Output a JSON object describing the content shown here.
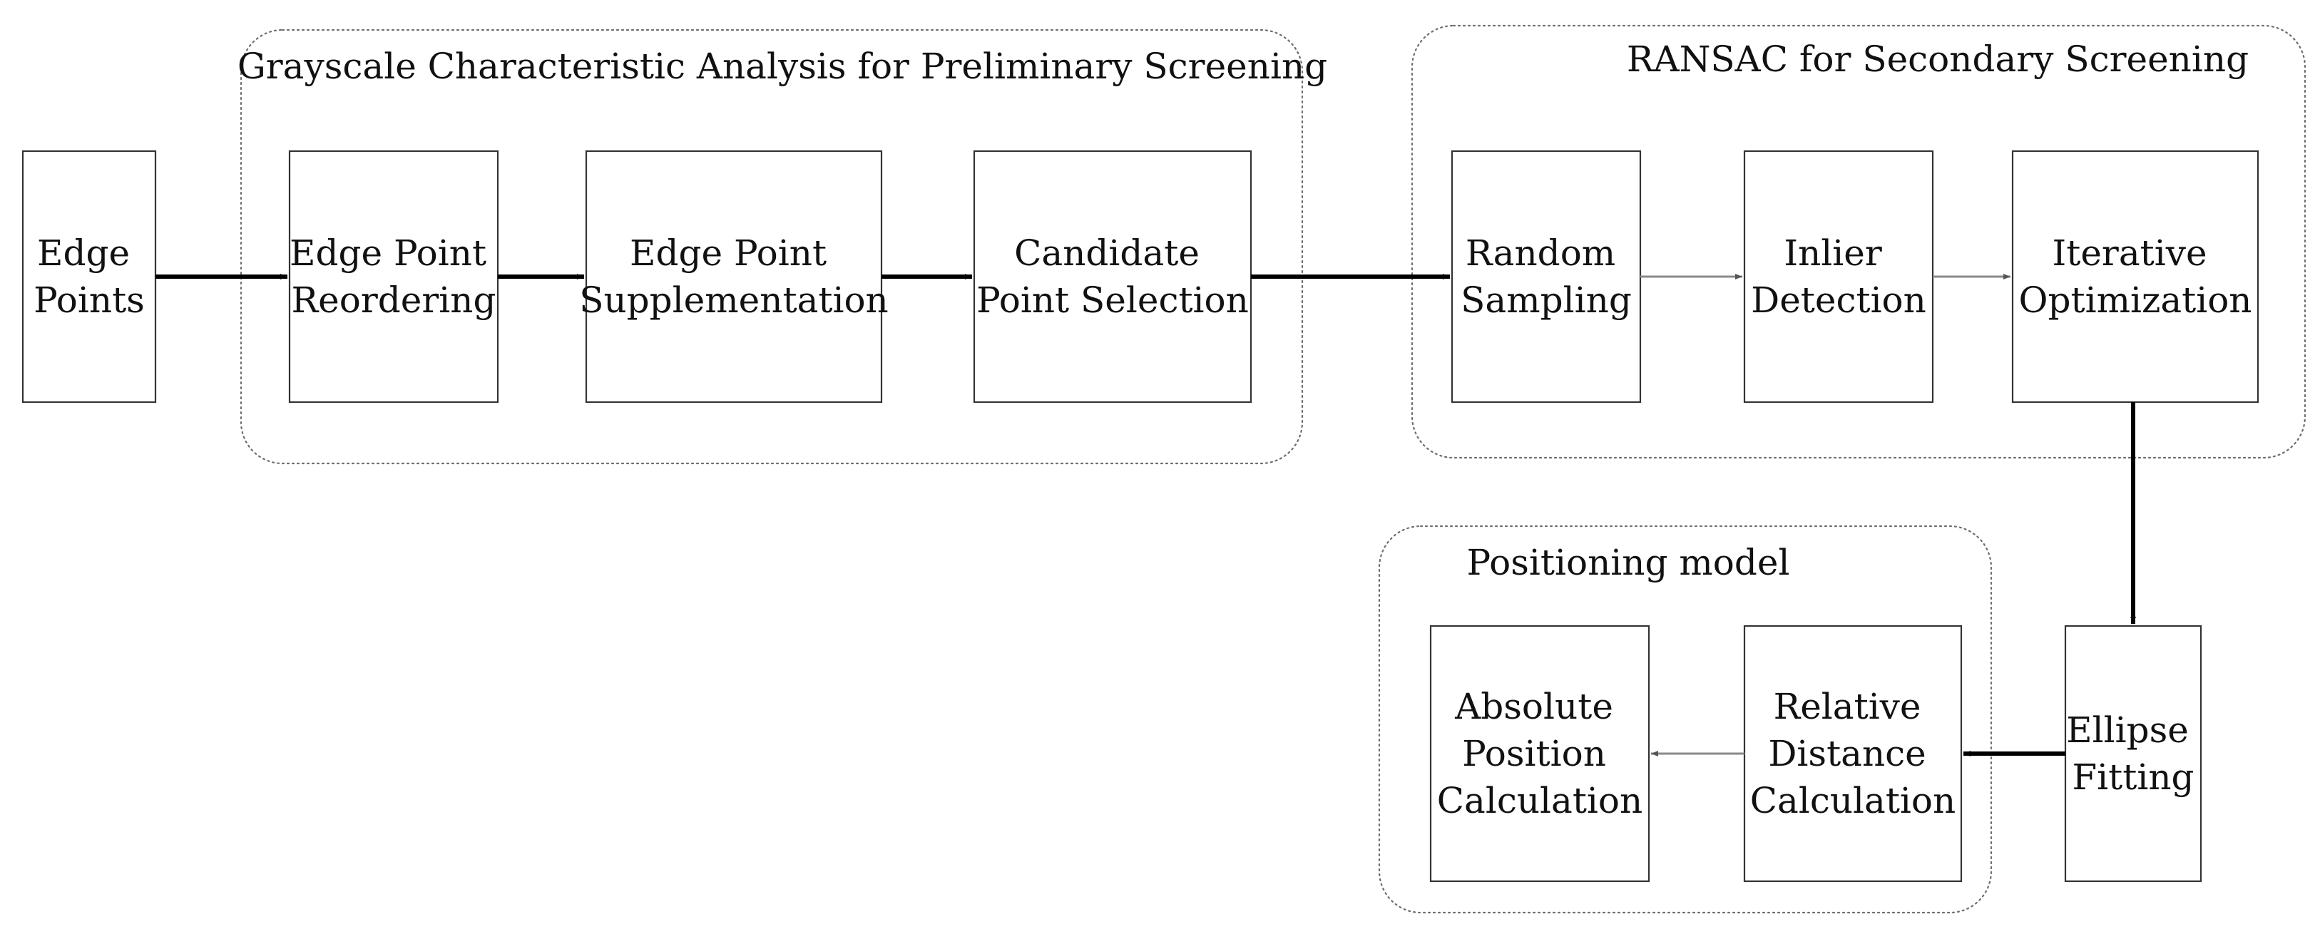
{
  "groups": {
    "grayscale": {
      "title": "Grayscale Characteristic Analysis for Preliminary Screening"
    },
    "ransac": {
      "title": "RANSAC for Secondary Screening"
    },
    "positioning": {
      "title": "Positioning model"
    }
  },
  "nodes": {
    "edge_points": {
      "lines": [
        "Edge",
        "Points"
      ]
    },
    "edge_point_reordering": {
      "lines": [
        "Edge Point",
        "Reordering"
      ]
    },
    "edge_point_supplementation": {
      "lines": [
        "Edge Point",
        "Supplementation"
      ]
    },
    "candidate_point_selection": {
      "lines": [
        "Candidate",
        "Point Selection"
      ]
    },
    "random_sampling": {
      "lines": [
        "Random",
        "Sampling"
      ]
    },
    "inlier_detection": {
      "lines": [
        "Inlier",
        "Detection"
      ]
    },
    "iterative_optimization": {
      "lines": [
        "Iterative",
        "Optimization"
      ]
    },
    "ellipse_fitting": {
      "lines": [
        "Ellipse",
        "Fitting"
      ]
    },
    "relative_distance_calculation": {
      "lines": [
        "Relative",
        "Distance",
        "Calculation"
      ]
    },
    "absolute_position_calculation": {
      "lines": [
        "Absolute",
        "Position",
        "Calculation"
      ]
    }
  },
  "edges": [
    {
      "from": "edge_points",
      "to": "edge_point_reordering",
      "style": "thick"
    },
    {
      "from": "edge_point_reordering",
      "to": "edge_point_supplementation",
      "style": "thick"
    },
    {
      "from": "edge_point_supplementation",
      "to": "candidate_point_selection",
      "style": "thick"
    },
    {
      "from": "candidate_point_selection",
      "to": "random_sampling",
      "style": "thick"
    },
    {
      "from": "random_sampling",
      "to": "inlier_detection",
      "style": "thin"
    },
    {
      "from": "inlier_detection",
      "to": "iterative_optimization",
      "style": "thin"
    },
    {
      "from": "iterative_optimization",
      "to": "ellipse_fitting",
      "style": "thick"
    },
    {
      "from": "ellipse_fitting",
      "to": "relative_distance_calculation",
      "style": "thick"
    },
    {
      "from": "relative_distance_calculation",
      "to": "absolute_position_calculation",
      "style": "thin"
    }
  ]
}
